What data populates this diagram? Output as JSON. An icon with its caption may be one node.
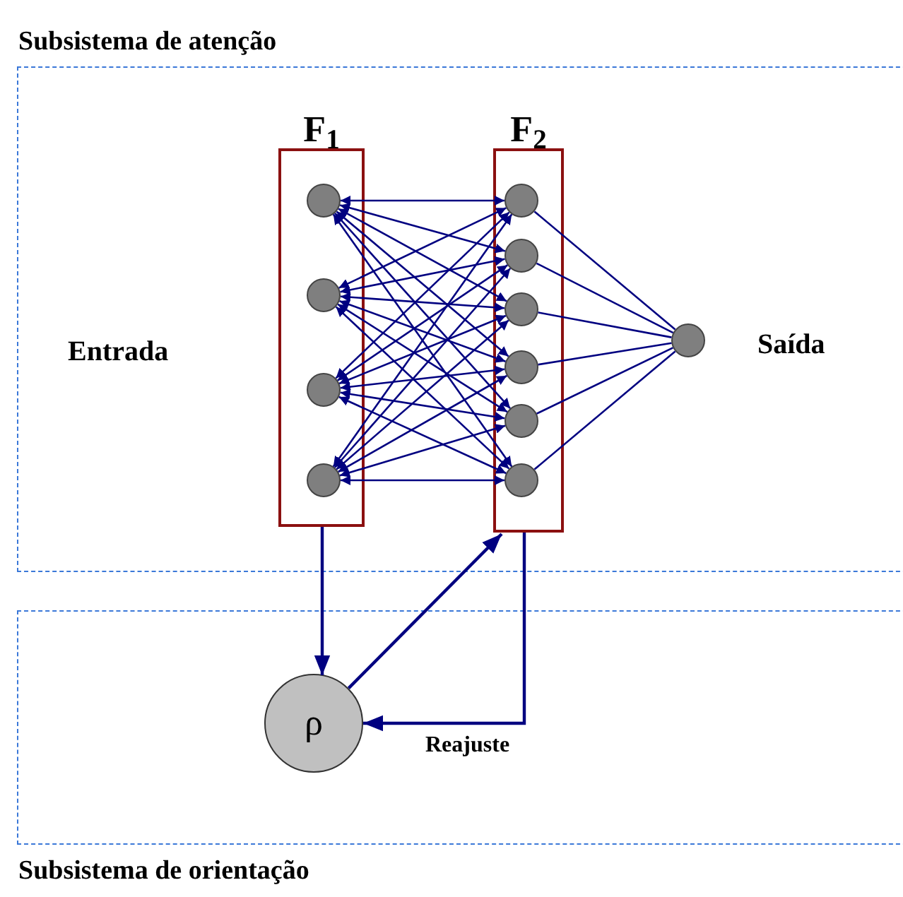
{
  "diagram": {
    "nodes": [
      {
        "text": [
          "Subsistema de atenção"
        ]
      },
      {
        "text": [
          "Subsistema de orientação"
        ]
      },
      {
        "text": [
          "F$_{1}$"
        ],
        "in": 0
      },
      {
        "text": [
          "F$_{2}$"
        ],
        "in": 0
      },
      {
        "text": [],
        "shape": "circle",
        "in": 2
      },
      {
        "text": [],
        "shape": "circle",
        "in": 2
      },
      {
        "text": [],
        "shape": "circle",
        "in": 2
      },
      {
        "text": [],
        "shape": "circle",
        "in": 2
      },
      {
        "text": [],
        "shape": "circle",
        "in": 3
      },
      {
        "text": [],
        "shape": "circle",
        "in": 3
      },
      {
        "text": [],
        "shape": "circle",
        "in": 3
      },
      {
        "text": [],
        "shape": "circle",
        "in": 3
      },
      {
        "text": [],
        "shape": "circle",
        "in": 3
      },
      {
        "text": [],
        "shape": "circle",
        "in": 3
      },
      {
        "text": [],
        "shape": "circle",
        "in": 0
      },
      {
        "text": [
          "ρ"
        ],
        "in": 1
      }
    ],
    "edges": [
      {
        "from": 4,
        "to": 8,
        "arrow": "both"
      },
      {
        "from": 4,
        "to": 9,
        "arrow": "both"
      },
      {
        "from": 4,
        "to": 10,
        "arrow": "both"
      },
      {
        "from": 4,
        "to": 11,
        "arrow": "both"
      },
      {
        "from": 4,
        "to": 12,
        "arrow": "both"
      },
      {
        "from": 4,
        "to": 13,
        "arrow": "both"
      },
      {
        "from": 5,
        "to": 8,
        "arrow": "both"
      },
      {
        "from": 5,
        "to": 9,
        "arrow": "both"
      },
      {
        "from": 5,
        "to": 10,
        "arrow": "both"
      },
      {
        "from": 5,
        "to": 11,
        "arrow": "both"
      },
      {
        "from": 5,
        "to": 12,
        "arrow": "both"
      },
      {
        "from": 5,
        "to": 13,
        "arrow": "both"
      },
      {
        "from": 6,
        "to": 8,
        "arrow": "both"
      },
      {
        "from": 6,
        "to": 9,
        "arrow": "both"
      },
      {
        "from": 6,
        "to": 10,
        "arrow": "both"
      },
      {
        "from": 6,
        "to": 11,
        "arrow": "both"
      },
      {
        "from": 6,
        "to": 12,
        "arrow": "both"
      },
      {
        "from": 6,
        "to": 13,
        "arrow": "both"
      },
      {
        "from": 7,
        "to": 8,
        "arrow": "both"
      },
      {
        "from": 7,
        "to": 9,
        "arrow": "both"
      },
      {
        "from": 7,
        "to": 10,
        "arrow": "both"
      },
      {
        "from": 7,
        "to": 11,
        "arrow": "both"
      },
      {
        "from": 7,
        "to": 12,
        "arrow": "both"
      },
      {
        "from": 7,
        "to": 13,
        "arrow": "both"
      },
      {
        "from": 8,
        "to": 14,
        "arrow": "none"
      },
      {
        "from": 9,
        "to": 14,
        "arrow": "none"
      },
      {
        "from": 10,
        "to": 14,
        "arrow": "none"
      },
      {
        "from": 11,
        "to": 14,
        "arrow": "none"
      },
      {
        "from": 12,
        "to": 14,
        "arrow": "none"
      },
      {
        "from": 13,
        "to": 14,
        "arrow": "none"
      },
      {
        "from": 2,
        "to": 15,
        "arrow": "to"
      },
      {
        "from": 15,
        "to": 3,
        "arrow": "to"
      },
      {
        "from": 3,
        "to": 15,
        "arrow": "to",
        "label": "Reajuste"
      }
    ],
    "labels": [
      "Entrada",
      "Saída"
    ]
  }
}
